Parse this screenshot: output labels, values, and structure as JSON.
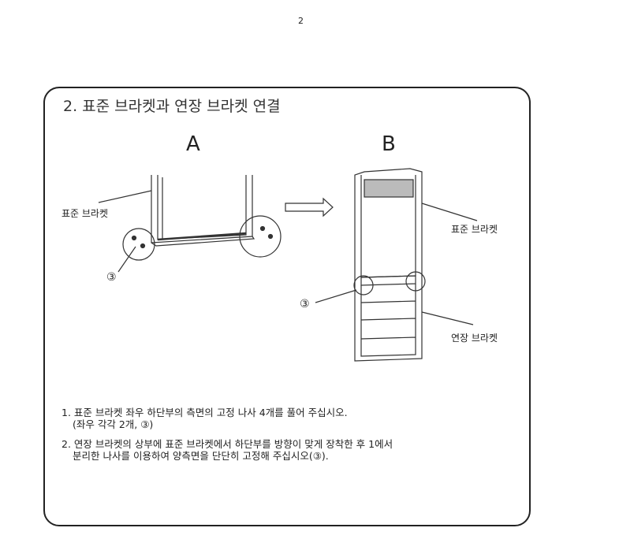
{
  "page_number": "2",
  "title": "2. 표준 브라켓과 연장 브라켓 연결",
  "figure_a": {
    "label": "A",
    "standard_bracket": "표준 브라켓",
    "screw_marker": "③"
  },
  "figure_b": {
    "label": "B",
    "standard_bracket": "표준 브라켓",
    "extension_bracket": "연장 브라켓",
    "screw_marker": "③"
  },
  "steps": [
    {
      "line1": "1. 표준 브라켓 좌우 하단부의 측면의 고정 나사 4개를 풀어 주십시오.",
      "line2": "(좌우 각각 2개, ③)"
    },
    {
      "line1": "2. 연장 브라켓의 상부에 표준 브라켓에서 하단부를 방향이 맞게 장착한 후 1에서",
      "line2": "분리한 나사를 이용하여 양측면을 단단히 고정해 주십시오(③)."
    }
  ]
}
